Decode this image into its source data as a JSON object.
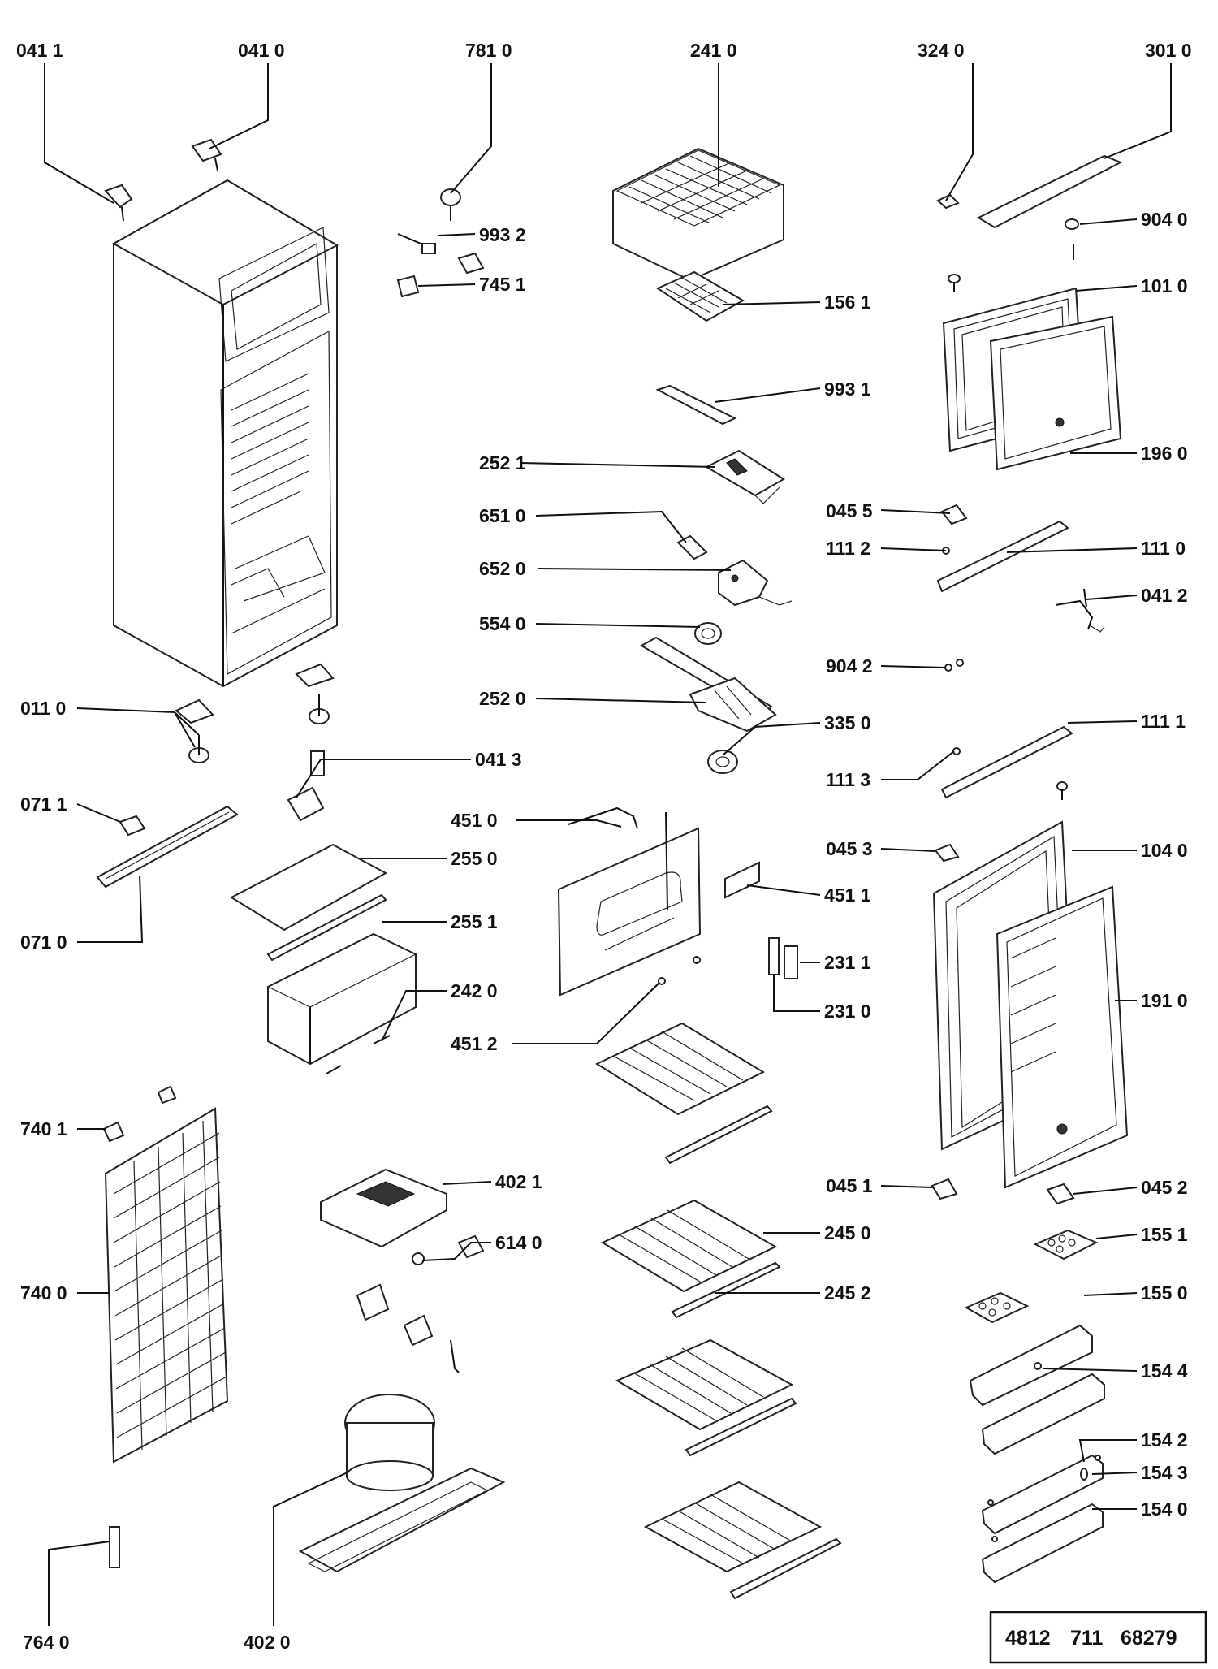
{
  "labels": {
    "l0411": "041 1",
    "l0410": "041 0",
    "l7810": "781 0",
    "l2410": "241 0",
    "l3240": "324 0",
    "l3010": "301 0",
    "l9932": "993 2",
    "l9040": "904 0",
    "l7451": "745 1",
    "l1561": "156 1",
    "l1010": "101 0",
    "l9931": "993 1",
    "l1960": "196 0",
    "l2521": "252 1",
    "l0455": "045 5",
    "l6510": "651 0",
    "l1112": "111 2",
    "l1110": "111 0",
    "l6520": "652 0",
    "l0412": "041 2",
    "l5540": "554 0",
    "l9042": "904 2",
    "l0110": "011 0",
    "l2520": "252 0",
    "l3350": "335 0",
    "l1111": "111 1",
    "l0413": "041 3",
    "l1113": "111 3",
    "l0711": "071 1",
    "l4510": "451 0",
    "l0453": "045 3",
    "l1040": "104 0",
    "l2550": "255 0",
    "l4511": "451 1",
    "l2551": "255 1",
    "l0710": "071 0",
    "l2311": "231 1",
    "l2420": "242 0",
    "l2310": "231 0",
    "l1910": "191 0",
    "l4512": "451 2",
    "l7401": "740 1",
    "l0451": "045 1",
    "l0452": "045 2",
    "l4021": "402 1",
    "l2450": "245 0",
    "l6140": "614 0",
    "l1551": "155 1",
    "l7400": "740 0",
    "l2452": "245 2",
    "l1550": "155 0",
    "l1544": "154 4",
    "l1542": "154 2",
    "l1543": "154 3",
    "l1540": "154 0",
    "l7640": "764 0",
    "l4020": "402 0"
  },
  "reference": {
    "a": "4812",
    "b": "711",
    "c": "68279"
  }
}
